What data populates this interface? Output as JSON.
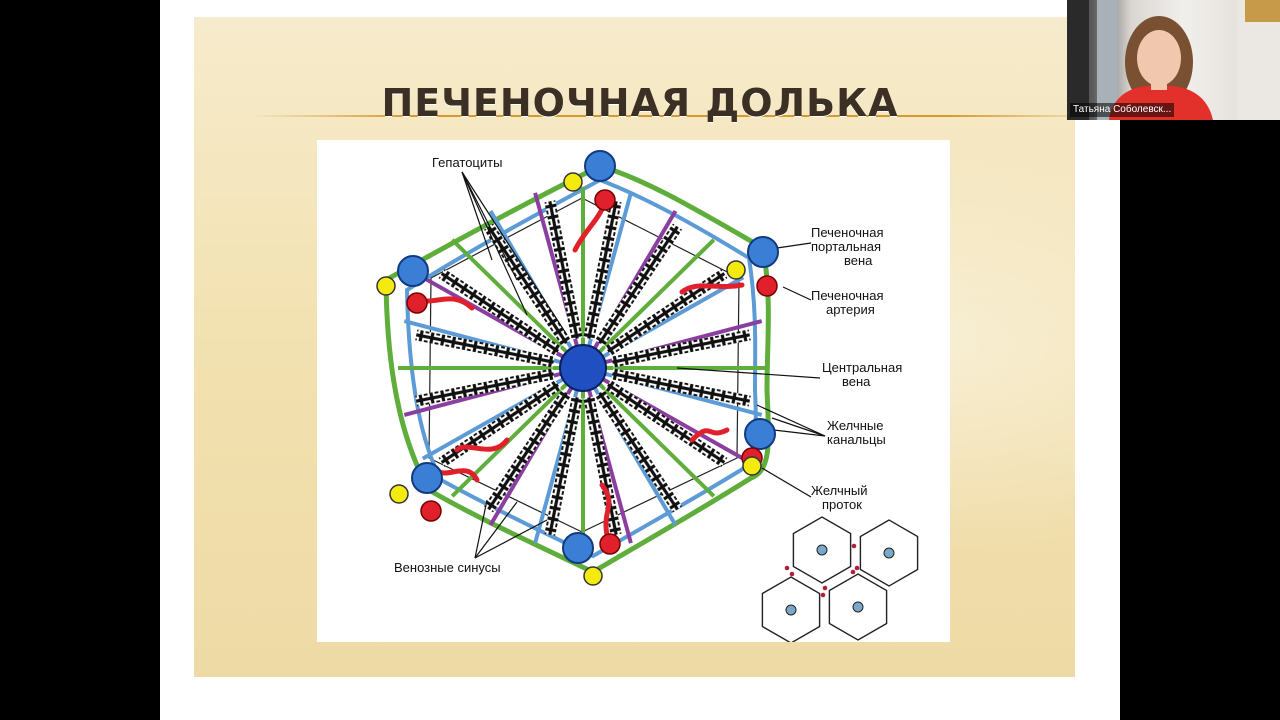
{
  "slide": {
    "title": "ПЕЧЕНОЧНАЯ ДОЛЬКА"
  },
  "diagram": {
    "labels": {
      "hepatocytes": "Гепатоциты",
      "portal_vein_1": "Печеночная",
      "portal_vein_2": "портальная",
      "portal_vein_3": "вена",
      "artery_1": "Печеночная",
      "artery_2": "артерия",
      "central_vein_1": "Центральная",
      "central_vein_2": "вена",
      "bile_canaliculi_1": "Желчные",
      "bile_canaliculi_2": "канальцы",
      "bile_duct_1": "Желчный",
      "bile_duct_2": "проток",
      "venous_sinuses": "Венозные синусы"
    },
    "colors": {
      "portal_vein": "#3a7fd5",
      "artery": "#e0202a",
      "bile_duct": "#f5ea10",
      "central_vein": "#1f4fc0",
      "sinusoid_green": "#5fae3c",
      "sinusoid_blue": "#5c9bd6",
      "sinusoid_purple": "#8a3fa0"
    }
  },
  "webcam": {
    "participant_name": "Татьяна Соболевск..."
  }
}
